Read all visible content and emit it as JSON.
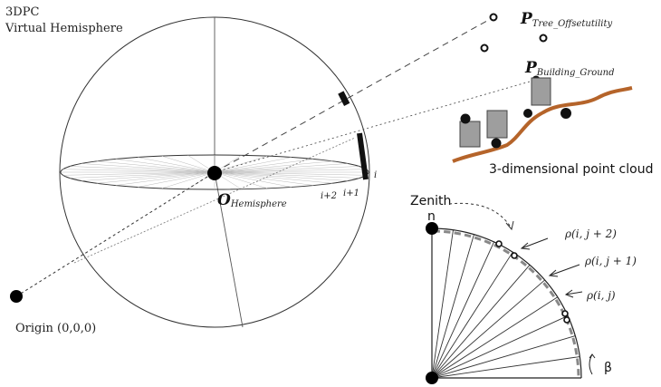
{
  "hemisphere_title_line1": "3DPC",
  "hemisphere_title_line2": "Virtual Hemisphere",
  "origin_label": "Origin (0,0,0)",
  "center_label_main": "O",
  "center_label_sub": "Hemisphere",
  "index_labels": {
    "i": "i",
    "i_plus_1": "i+1",
    "i_plus_2": "i+2"
  },
  "point_tree_main": "P",
  "point_tree_sub": "Tree_Offsetutility",
  "point_building_main": "P",
  "point_building_sub": "Building_Ground",
  "point_cloud_label": "3-dimensional point cloud",
  "zenith_label": "Zenith",
  "n_label": "n",
  "rho_labels": [
    "ρ(i, j + 2)",
    "ρ(i, j + 1)",
    "ρ(i, j)"
  ],
  "beta_label": "β",
  "colors": {
    "terrain": "#b5642a",
    "building": "#9e9e9e",
    "line": "#333333"
  }
}
